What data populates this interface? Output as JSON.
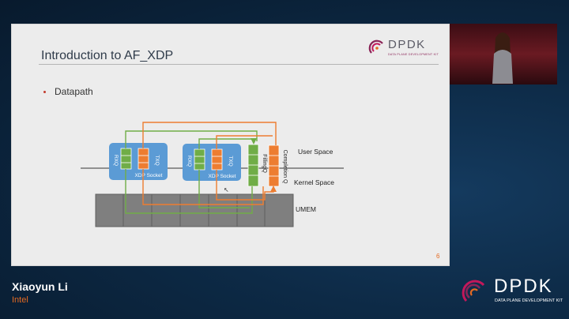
{
  "slide": {
    "title": "Introduction to AF_XDP",
    "logo_word": "DPDK",
    "logo_tagline": "DATA PLANE DEVELOPMENT KIT",
    "bullet": "Datapath",
    "page_number": "6"
  },
  "diagram": {
    "sockets": [
      {
        "label": "XDP Socket",
        "rx": "RXQ",
        "tx": "TXQ"
      },
      {
        "label": "XDP Socket",
        "rx": "RXQ",
        "tx": "TXQ"
      }
    ],
    "fill_queue": "FillingQ",
    "completion_queue": "Completion Q",
    "user_space": "User Space",
    "kernel_space": "Kernel Space",
    "umem": "UMEM",
    "colors": {
      "socket": "#5b9bd5",
      "rx": "#70ad47",
      "tx": "#ed7d31",
      "umem": "#7f7f7f"
    }
  },
  "speaker": {
    "name": "Xiaoyun Li",
    "org": "Intel"
  },
  "brand": {
    "word": "DPDK",
    "tagline": "DATA PLANE DEVELOPMENT KIT"
  }
}
